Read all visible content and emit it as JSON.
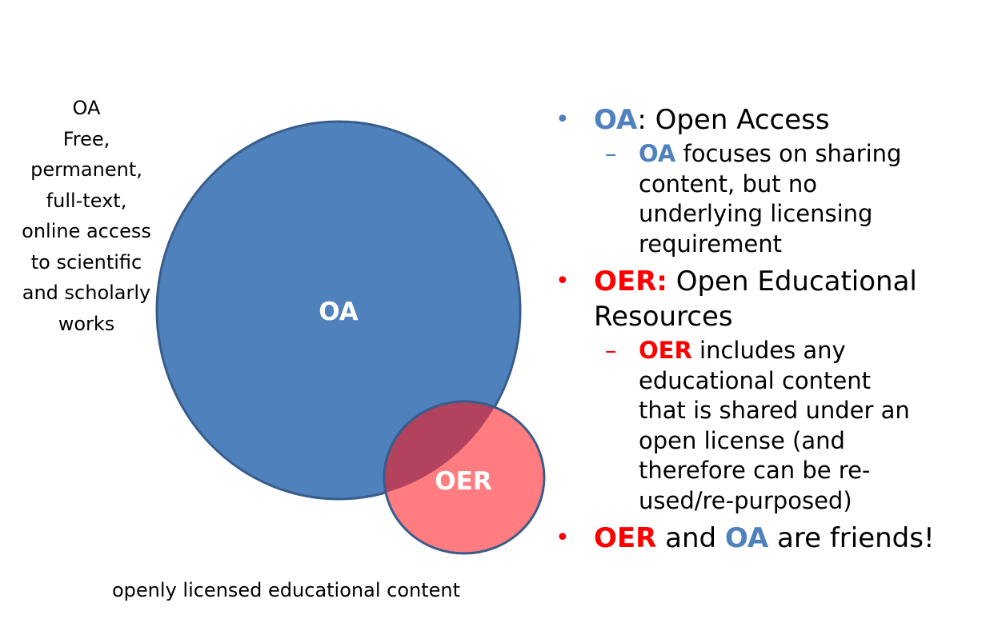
{
  "oa_description": {
    "lines": [
      "OA",
      "Free,",
      "permanent,",
      "full-text,",
      "online access",
      "to scientific",
      "and scholarly",
      "works"
    ]
  },
  "venn": {
    "oa_label": "OA",
    "oer_label": "OER",
    "oa_color": "#4f81bd",
    "oer_color": "#ff7c80",
    "outline_color": "#385d8a",
    "overlap_color": "#b2425e"
  },
  "oer_caption": "openly licensed educational content",
  "bullets": {
    "b1": {
      "term": "OA",
      "rest": ":  Open Access",
      "sub": {
        "term": "OA",
        "line1_rest": " focuses on sharing",
        "lines": [
          "content, but no",
          "underlying licensing",
          "requirement"
        ]
      }
    },
    "b2": {
      "term": "OER:",
      "line1_rest": "  Open Educational",
      "line2": "Resources",
      "sub": {
        "term": "OER",
        "line1_rest": " includes any",
        "lines": [
          "educational content",
          "that is shared under an",
          "open license (and",
          "therefore can be re-",
          "used/re-purposed)"
        ]
      }
    },
    "b3": {
      "term1": "OER",
      "middle": " and ",
      "term2": "OA",
      "end": " are friends!"
    }
  },
  "icons": {
    "bullet": "bullet-dot-icon",
    "dash": "dash-icon"
  }
}
